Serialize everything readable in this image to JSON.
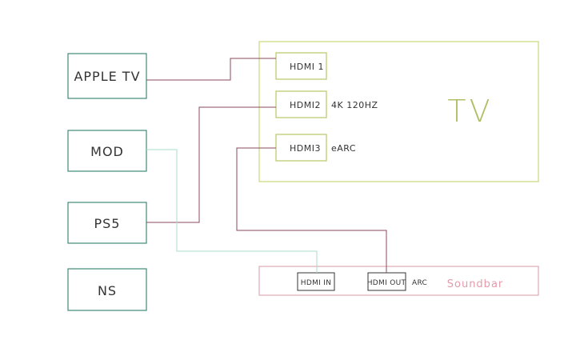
{
  "devices": {
    "apple_tv": "APPLE  TV",
    "mod": "MOD",
    "ps5": "PS5",
    "ns": "NS"
  },
  "tv": {
    "title": "TV",
    "ports": {
      "hdmi1": "HDMI  1",
      "hdmi2": "HDMI2",
      "hdmi3": "HDMI3"
    },
    "notes": {
      "hdmi2": "4K  120HZ",
      "hdmi3": "eARC"
    }
  },
  "soundbar": {
    "title": "Soundbar",
    "hdmi_in": "HDMI  IN",
    "hdmi_out": "HDMI  OUT",
    "arc": "ARC"
  },
  "colors": {
    "device_box": "#3f8a78",
    "tv_box": "#c8d87a",
    "soundbar_box": "#e0aab6",
    "soundbar_title": "#e59aaa",
    "tv_title": "#b0bf66",
    "cable_dark": "#8b4a5c",
    "cable_mod": "#a8dccb",
    "port_box": "#b8c866"
  }
}
